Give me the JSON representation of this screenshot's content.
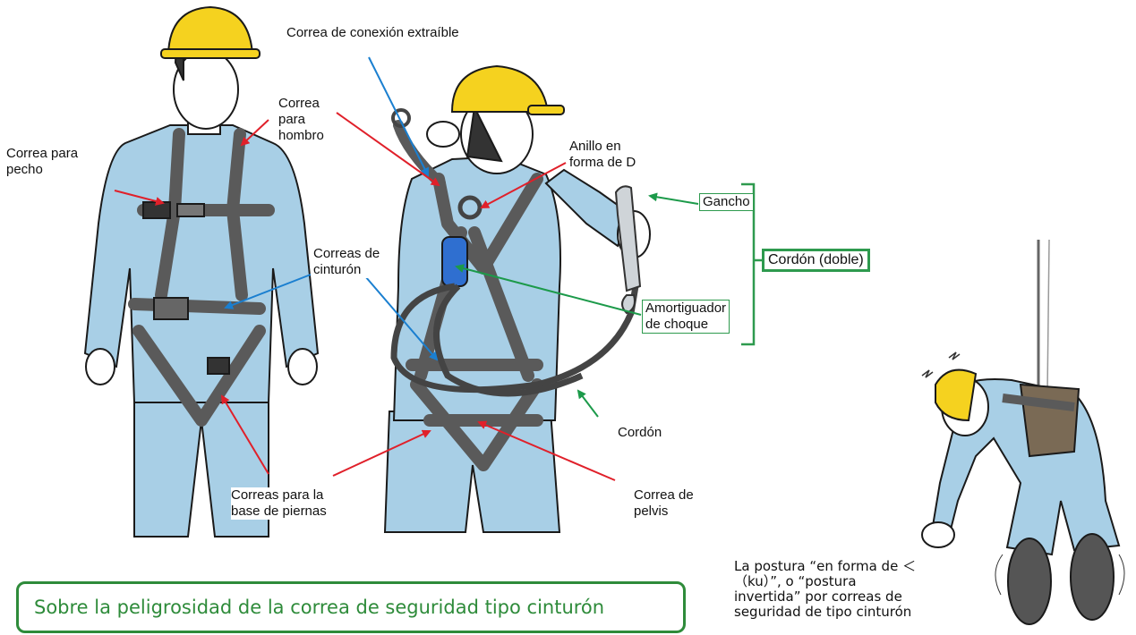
{
  "labels": {
    "connection_strap": "Correa de conexión extraíble",
    "shoulder_strap": "Correa\npara\nhombro",
    "chest_strap": "Correa para\npecho",
    "d_ring": "Anillo en\nforma de D",
    "hook": "Gancho",
    "lanyard_double": "Cordón (doble)",
    "belt_straps": "Correas de\ncinturón",
    "shock_absorber": "Amortiguador\nde choque",
    "lanyard": "Cordón",
    "leg_straps": "Correas para la\nbase de piernas",
    "pelvis_strap": "Correa de\npelvis"
  },
  "banner": "Sobre la peligrosidad de la correa de seguridad tipo cinturón",
  "caption": "La postura “en forma de ＜\n（ku）”, o “postura\ninvertida” por correas de\nseguridad de tipo cinturón",
  "colors": {
    "helmet": "#f5d21f",
    "overall": "#a8cfe6",
    "strap": "#5a5a5a",
    "shock_absorber": "#2f6fd0",
    "arrow_red": "#e0202a",
    "arrow_blue": "#1a7fd0",
    "arrow_green": "#1c9a4a",
    "bracket_green": "#2e9a4e",
    "pouch": "#7a6a55",
    "boot": "#555555"
  }
}
